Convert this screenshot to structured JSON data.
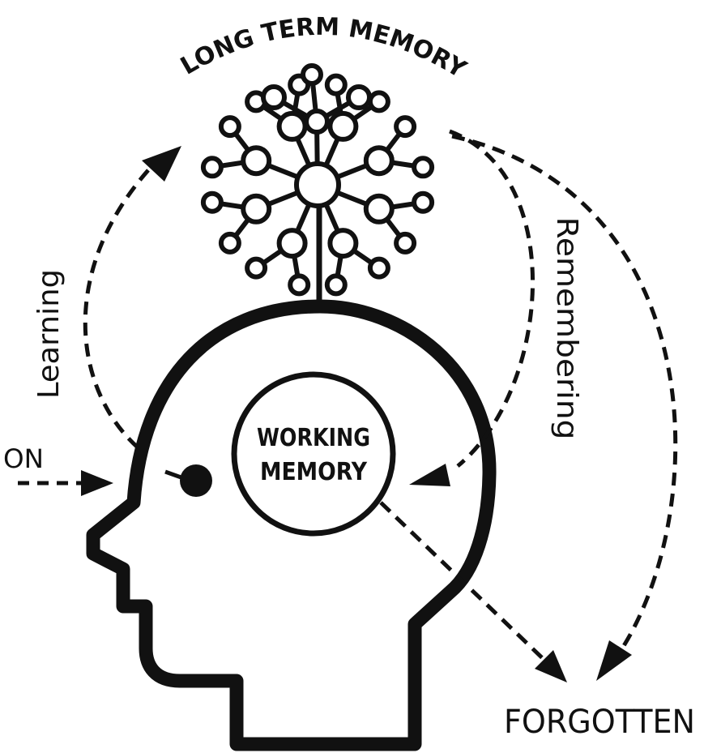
{
  "labels": {
    "long_term_memory": "LONG TERM MEMORY",
    "working_memory_line1": "WORKING",
    "working_memory_line2": "MEMORY",
    "learning": "Learning",
    "remembering": "Remembering",
    "forgotten": "FORGOTTEN",
    "input_fragment": "ON"
  },
  "colors": {
    "ink": "#111111",
    "background": "#ffffff"
  }
}
